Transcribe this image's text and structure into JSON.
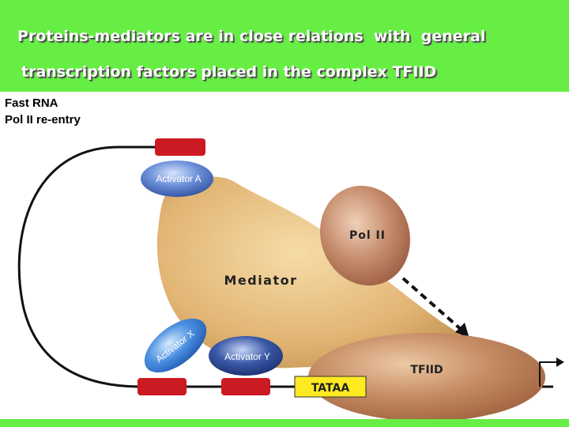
{
  "slide": {
    "title_line_1": "Proteins-mediators are in close relations  with  general",
    "title_line_2": "transcription factors placed in the complex TFIID",
    "header_color": "#66ee44"
  },
  "diagram": {
    "corner_label_1": "Fast RNA",
    "corner_label_2": "Pol II re-entry",
    "mediator_label": "Mediator",
    "pol2_label": "Pol II",
    "tfiid_label": "TFIID",
    "tataa_label": "TATAA",
    "activator_a_label": "Activator A",
    "activator_x_label": "Activator X",
    "activator_y_label": "Activator Y",
    "colors": {
      "mediator": "#e2b574",
      "pol2": "#b87a60",
      "tfiid": "#b87a58",
      "activator": "#4a6fc0",
      "binding_site": "#cc1a22",
      "tataa_box": "#ffea22"
    }
  }
}
